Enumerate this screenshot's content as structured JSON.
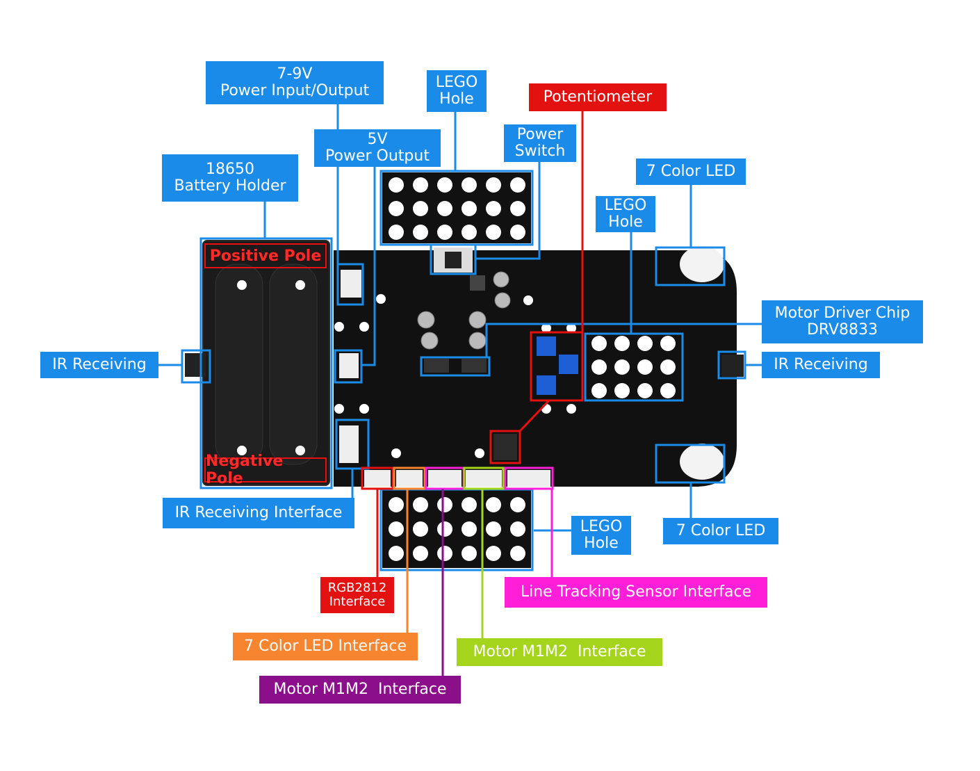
{
  "labels": {
    "power_in_l1": "7-9V",
    "power_in_l2": "Power Input/Output",
    "lego_top_l1": "LEGO",
    "lego_top_l2": "Hole",
    "potentiometer": "Potentiometer",
    "power5v_l1": "5V",
    "power5v_l2": "Power Output",
    "switch_l1": "Power",
    "switch_l2": "Switch",
    "battery_l1": "18650",
    "battery_l2": "Battery Holder",
    "led7_top": "7 Color LED",
    "lego_right_l1": "LEGO",
    "lego_right_l2": "Hole",
    "motor_chip_l1": "Motor Driver Chip",
    "motor_chip_l2": "DRV8833",
    "ir_left": "IR Receiving",
    "ir_right": "IR Receiving",
    "ir_interface": "IR Receiving Interface",
    "lego_bottom_l1": "LEGO",
    "lego_bottom_l2": "Hole",
    "led7_bottom": "7 Color LED",
    "rgb_l1": "RGB2812",
    "rgb_l2": "Interface",
    "line_track": "Line Tracking Sensor Interface",
    "led7_iface": "7 Color LED Interface",
    "motor_iface_green": "Motor M1M2  Interface",
    "motor_iface_purple": "Motor M1M2  Interface",
    "positive_pole": "Positive Pole",
    "negative_pole": "Negative Pole"
  },
  "colors": {
    "blue": "#1a8be8",
    "red": "#e3110f",
    "orange": "#f7842f",
    "purple": "#8b0e8b",
    "magenta": "#ff1fd8",
    "green": "#a5d41d",
    "board": "#111111"
  }
}
